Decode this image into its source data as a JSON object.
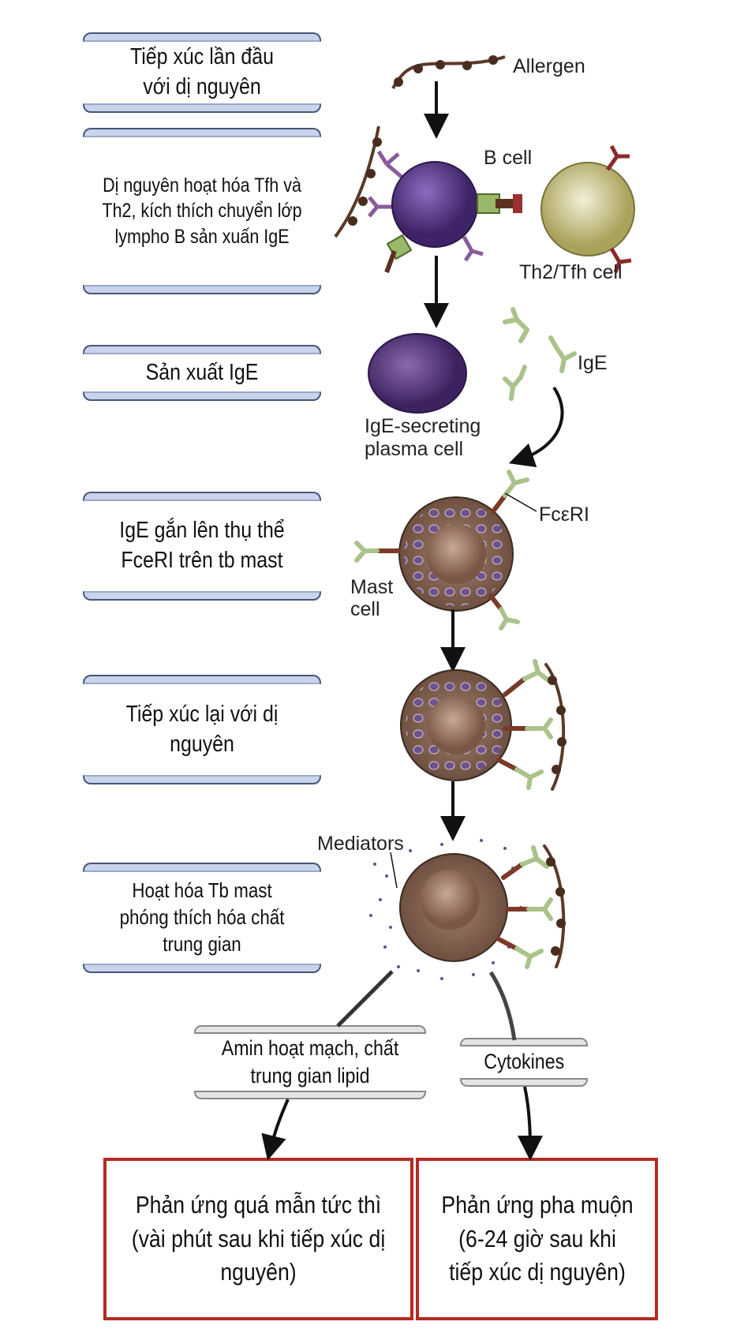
{
  "steps": [
    {
      "text": "Tiếp xúc lần đầu với dị nguyên"
    },
    {
      "text": "Dị nguyên hoạt hóa Tfh và Th2, kích thích chuyển lớp lympho B sản xuấn IgE"
    },
    {
      "text": "Sản xuất IgE"
    },
    {
      "text": "IgE gắn lên thụ thể FceRI trên tb mast"
    },
    {
      "text": "Tiếp xúc lại với dị nguyên"
    },
    {
      "text": "Hoạt hóa Tb mast phóng thích hóa chất trung gian"
    }
  ],
  "branches": {
    "left": "Amin hoạt mạch, chất trung gian lipid",
    "right": "Cytokines"
  },
  "outcomes": {
    "immediate": "Phản ứng quá mẫn tức thì (vài phút sau khi tiếp xúc dị nguyên)",
    "late": "Phản ứng pha muộn (6-24 giờ sau khi tiếp xúc dị nguyên)"
  },
  "figure_labels": {
    "allergen": "Allergen",
    "b_cell": "B cell",
    "th2_cell": "Th2/Tfh cell",
    "ige": "IgE",
    "plasma_line1": "IgE-secreting",
    "plasma_line2": "plasma cell",
    "fceri": "FcεRI",
    "mast_line1": "Mast",
    "mast_line2": "cell",
    "mediators": "Mediators"
  },
  "colors": {
    "step_bar": "#c9d4ec",
    "outcome_border": "#b32a24",
    "b_cell": "#5b3a8c",
    "th2_cell": "#c9c48a",
    "mast_cell": "#7a5a4a",
    "ige": "#a9c38a"
  }
}
